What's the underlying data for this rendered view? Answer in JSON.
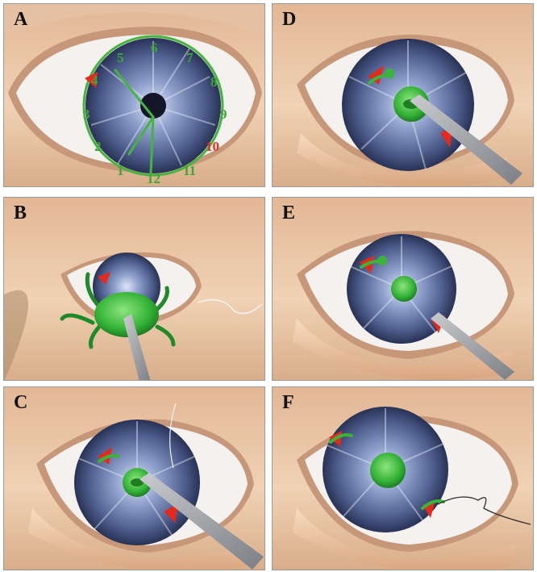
{
  "panels": {
    "a": {
      "label": "A"
    },
    "b": {
      "label": "B"
    },
    "c": {
      "label": "C"
    },
    "d": {
      "label": "D"
    },
    "e": {
      "label": "E"
    },
    "f": {
      "label": "F"
    }
  },
  "clock": {
    "numerals": [
      "12",
      "1",
      "2",
      "3",
      "4",
      "5",
      "6",
      "7",
      "8",
      "9",
      "10",
      "11"
    ]
  },
  "colors": {
    "skin": "#e9c7a6",
    "sclera": "#f4f1ee",
    "iris": "#5a6a98",
    "pupil": "#14162a",
    "implant": "#3cb43c",
    "marker": "#e32a1c",
    "instrument": "#8e9196"
  }
}
